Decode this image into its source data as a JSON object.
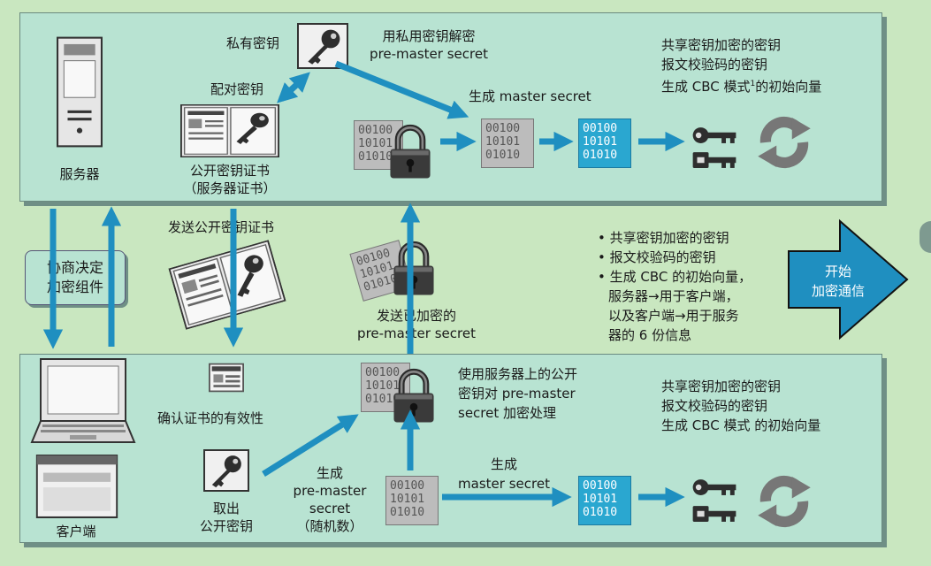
{
  "server": {
    "server_label": "服务器",
    "private_key_label": "私有密钥",
    "key_pair_label": "配对密钥",
    "decrypt_label_line1": "用私用密钥解密",
    "decrypt_label_line2": "pre-master secret",
    "cert_label_line1": "公开密钥证书",
    "cert_label_line2": "（服务器证书）",
    "gen_master_label": "生成 master secret",
    "derived_line1": "共享密钥加密的密钥",
    "derived_line2": "报文校验码的密钥",
    "derived_line3_pre": "生成 CBC 模式",
    "derived_line3_sup": "1",
    "derived_line3_post": "的初始向量",
    "bits_gray": [
      "00100",
      "10101",
      "01010"
    ],
    "bits_blue": [
      "00100",
      "10101",
      "01010"
    ]
  },
  "middle": {
    "agree_line1": "协商决定",
    "agree_line2": "加密组件",
    "send_cert_label": "发送公开密钥证书",
    "send_enc_line1": "发送已加密的",
    "send_enc_line2": "pre-master secret",
    "bullets": [
      "共享密钥加密的密钥",
      "报文校验码的密钥",
      "生成 CBC 的初始向量，"
    ],
    "bullet_cont": [
      "服务器→用于客户端，",
      "以及客户端→用于服务",
      "器的 6 份信息"
    ],
    "start_line1": "开始",
    "start_line2": "加密通信"
  },
  "client": {
    "client_label": "客户端",
    "verify_label": "确认证书的有效性",
    "take_key_line1": "取出",
    "take_key_line2": "公开密钥",
    "gen_pre_line1": "生成",
    "gen_pre_line2": "pre-master",
    "gen_pre_line3": "secret",
    "gen_pre_line4": "（随机数）",
    "encrypt_line1": "使用服务器上的公开",
    "encrypt_line2": "密钥对 pre-master",
    "encrypt_line3": "secret 加密处理",
    "gen_master_line1": "生成",
    "gen_master_line2": "master secret",
    "derived_line1": "共享密钥加密的密钥",
    "derived_line2": "报文校验码的密钥",
    "derived_line3": "生成 CBC 模式  的初始向量"
  },
  "colors": {
    "arrow": "#1f8fc0",
    "panel": "#b8e3d2",
    "background": "#c9e7c0",
    "blue_box": "#2aa7d0",
    "gray_box": "#bcbcbc"
  }
}
